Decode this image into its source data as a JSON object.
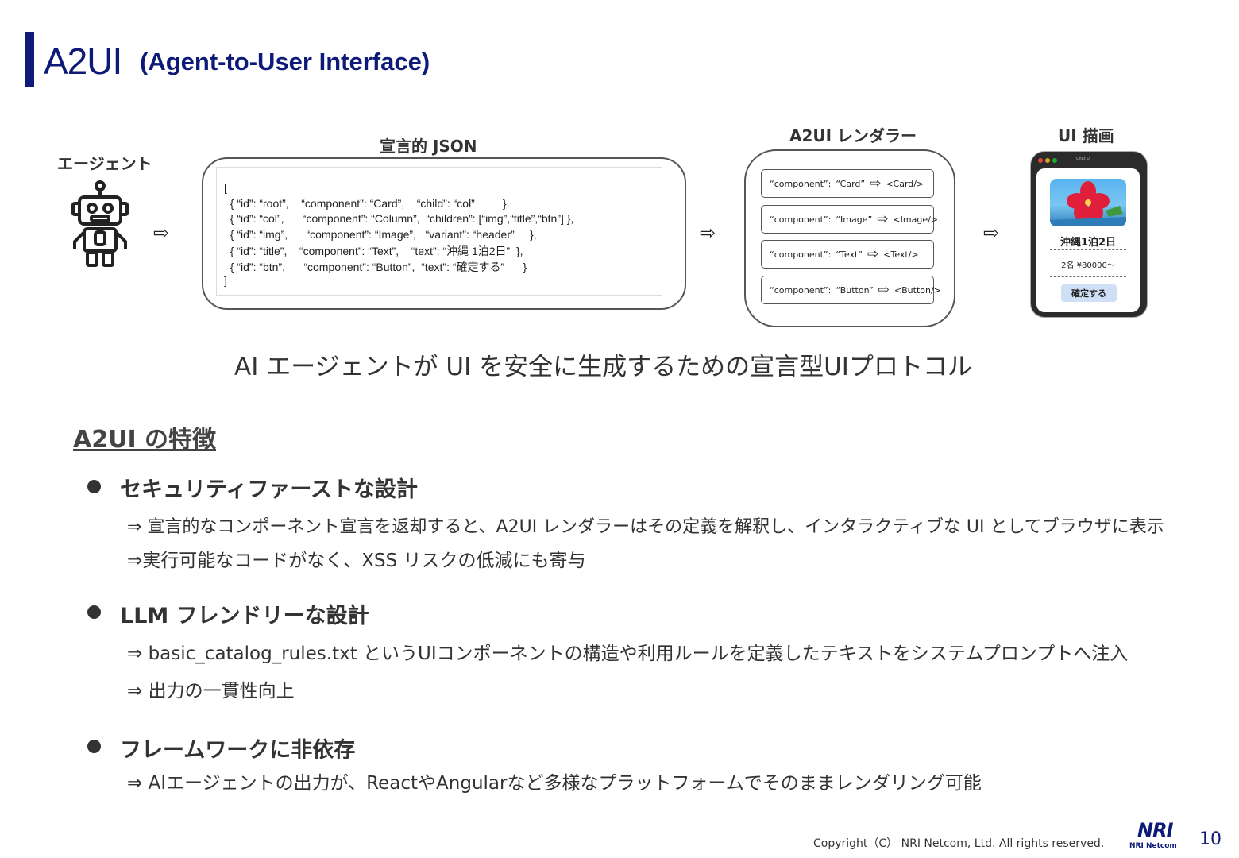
{
  "header": {
    "title": "A2UI",
    "subtitle": "(Agent-to-User Interface)"
  },
  "diagram": {
    "agent_label": "エージェント",
    "json_label": "宣言的 JSON",
    "renderer_label": "A2UI レンダラー",
    "render_label": "UI 描画",
    "arrow": "⇨",
    "json_lines": [
      "[",
      "  { “id”: “root”,    “component”: “Card”,    “child”: “col”         },",
      "  { “id”: “col”,      “component”: “Column”,  “children”: [“img”,“title”,“btn”] },",
      "  { “id”: “img”,      “component”: “Image”,   “variant”: “header”     },",
      "  { “id”: “title”,    “component”: “Text”,    “text”: “沖縄 1泊2日”  },",
      "  { “id”: “btn”,      “component”: “Button”,  “text”: “確定する”      }",
      "]"
    ],
    "renderer_rows": [
      {
        "key": "“component”:",
        "value": "“Card”",
        "arrow": "⇨",
        "tag": "<Card/>"
      },
      {
        "key": "“component”:",
        "value": "“Image”",
        "arrow": "⇨",
        "tag": "<Image/>"
      },
      {
        "key": "“component”:",
        "value": "“Text”",
        "arrow": "⇨",
        "tag": "<Text/>"
      },
      {
        "key": "“component”:",
        "value": "“Button”",
        "arrow": "⇨",
        "tag": "<Button/>"
      }
    ],
    "mock_ui": {
      "window_title": "Chat UI",
      "card_title": "沖縄1泊2日",
      "card_text": "2名 ¥80000～",
      "button_label": "確定する",
      "colors": {
        "close": "#e0443e",
        "minimize": "#dea123",
        "zoom": "#1aab29"
      }
    }
  },
  "caption": "AI エージェントが UI を安全に生成するための宣言型UIプロトコル",
  "features": {
    "heading": "A2UI の特徴",
    "items": [
      {
        "title": "セキュリティファーストな設計",
        "details": [
          "⇒ 宣言的なコンポーネント宣言を返却すると、A2UI レンダラーはその定義を解釈し、インタラクティブな UI としてブラウザに表示",
          "⇒実行可能なコードがなく、XSS リスクの低減にも寄与"
        ]
      },
      {
        "title": "LLM フレンドリーな設計",
        "details": [
          "⇒ basic_catalog_rules.txt というUIコンポーネントの構造や利用ルールを定義したテキストをシステムプロンプトへ注入",
          "⇒ 出力の一貫性向上"
        ]
      },
      {
        "title": "フレームワークに非依存",
        "details": [
          "⇒ AIエージェントの出力が、ReactやAngularなど多様なプラットフォームでそのままレンダリング可能"
        ]
      }
    ]
  },
  "footer": {
    "copyright": "Copyright（C） NRI Netcom, Ltd. All rights reserved.",
    "logo_text": "NRI",
    "logo_sub": "NRI Netcom",
    "page_number": "10"
  }
}
